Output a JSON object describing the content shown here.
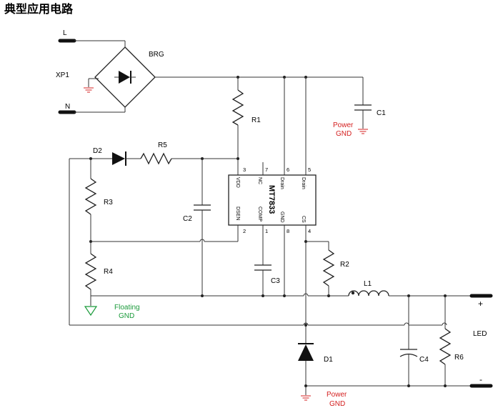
{
  "title": "典型应用电路",
  "chip": {
    "name": "MT7833",
    "pins": {
      "p3": {
        "num": "3",
        "name": "VDD"
      },
      "p7": {
        "num": "7",
        "name": "NC"
      },
      "p6": {
        "num": "6",
        "name": "Drain"
      },
      "p5": {
        "num": "5",
        "name": "Drain"
      },
      "p2": {
        "num": "2",
        "name": "DSEN"
      },
      "p1": {
        "num": "1",
        "name": "COMP"
      },
      "p8": {
        "num": "8",
        "name": "GND"
      },
      "p4": {
        "num": "4",
        "name": "CS"
      }
    }
  },
  "labels": {
    "L": "L",
    "N": "N",
    "XP1": "XP1",
    "BRG": "BRG",
    "C1": "C1",
    "R1": "R1",
    "D2": "D2",
    "R5": "R5",
    "R3": "R3",
    "C2": "C2",
    "R4": "R4",
    "C3": "C3",
    "R2": "R2",
    "L1": "L1",
    "D1": "D1",
    "C4": "C4",
    "R6": "R6",
    "LED": "LED",
    "plus": "+",
    "minus": "-"
  },
  "grounds": {
    "power1": {
      "line1": "Power",
      "line2": "GND"
    },
    "floating": {
      "line1": "Floating",
      "line2": "GND"
    },
    "power2": {
      "line1": "Power",
      "line2": "GND"
    }
  },
  "colors": {
    "power_gnd": "#d42020",
    "floating_gnd": "#1a9a3a",
    "wire": "#333333"
  }
}
